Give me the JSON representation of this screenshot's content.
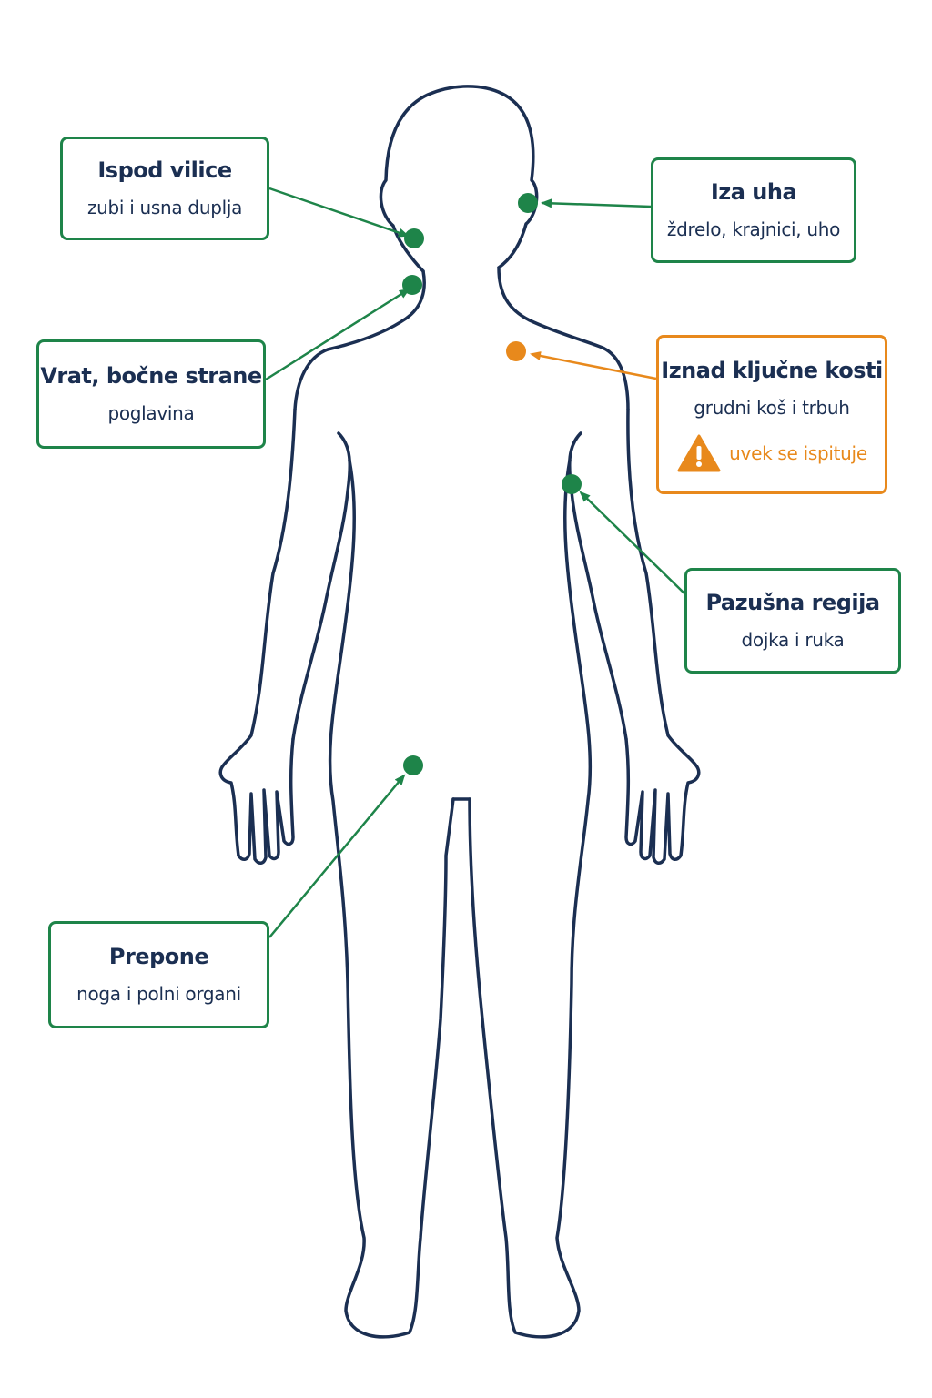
{
  "colors": {
    "outline": "#1b2f52",
    "node_green": "#1e8449",
    "node_orange": "#e8891c",
    "text_dark": "#1b2f52"
  },
  "labels": {
    "under_jaw": {
      "title": "Ispod vilice",
      "subtitle": "zubi i usna duplja",
      "type": "normal"
    },
    "behind_ear": {
      "title": "Iza uha",
      "subtitle": "ždrelo, krajnici, uho",
      "type": "normal"
    },
    "neck_sides": {
      "title": "Vrat, bočne strane",
      "subtitle": "poglavina",
      "type": "normal"
    },
    "above_collarbone": {
      "title": "Iznad ključne kosti",
      "subtitle": "grudni koš i trbuh",
      "warning": "uvek se ispituje",
      "warning_icon": "warning-triangle-icon",
      "type": "warning"
    },
    "axillary": {
      "title": "Pazušna regija",
      "subtitle": "dojka i ruka",
      "type": "normal"
    },
    "groin": {
      "title": "Prepone",
      "subtitle": "noga i polni organi",
      "type": "normal"
    }
  }
}
